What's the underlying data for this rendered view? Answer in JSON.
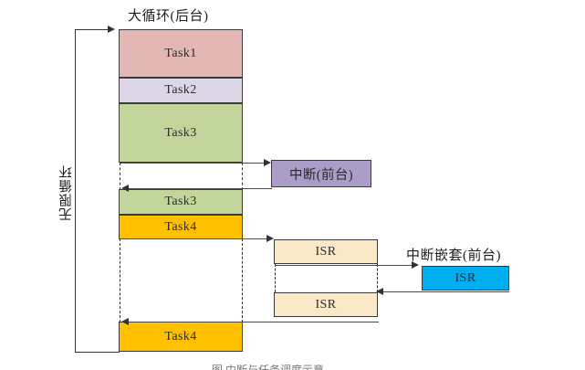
{
  "diagram": {
    "title_main": "大循环(后台)",
    "title_interrupt": "中断(前台)",
    "title_nested": "中断嵌套(前台)",
    "loop_label": "无限循环",
    "bottom_caption": "图 中断与任务调度示意",
    "colors": {
      "task1": "#e3b7b3",
      "task2": "#dcd6e7",
      "task3": "#c2d69c",
      "task4": "#ffc000",
      "interrupt": "#ab9cc8",
      "isr": "#fbe8c6",
      "isr_nested": "#00aeef",
      "stroke": "#333333"
    },
    "main_boxes": [
      {
        "name": "task1",
        "label": "Task1",
        "fill": "#e3b7b3"
      },
      {
        "name": "task2",
        "label": "Task2",
        "fill": "#dcd6e7"
      },
      {
        "name": "task3-first",
        "label": "Task3",
        "fill": "#c2d69c"
      },
      {
        "name": "task3-second",
        "label": "Task3",
        "fill": "#c2d69c"
      },
      {
        "name": "task4-first",
        "label": "Task4",
        "fill": "#ffc000"
      },
      {
        "name": "task4-second",
        "label": "Task4",
        "fill": "#ffc000"
      }
    ],
    "interrupt_box": {
      "label": "中断(前台)",
      "fill": "#ab9cc8"
    },
    "isr_boxes": [
      {
        "label": "ISR",
        "fill": "#fbe8c6"
      },
      {
        "label": "ISR",
        "fill": "#fbe8c6"
      }
    ],
    "nested_isr_box": {
      "label": "ISR",
      "fill": "#00aeef"
    }
  }
}
